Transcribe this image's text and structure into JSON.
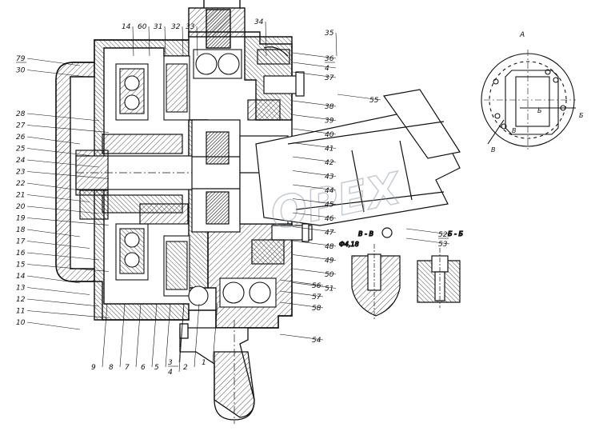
{
  "drawing": {
    "watermark": "OPEX",
    "view_label": "А",
    "section_labels": [
      "Б - Б",
      "В - В",
      "Б",
      "В",
      "Б",
      "В"
    ],
    "dim_note": "Ф4,18",
    "left_numbers": [
      "79",
      "30",
      "28",
      "27",
      "26",
      "25",
      "24",
      "23",
      "22",
      "21",
      "20",
      "19",
      "18",
      "17",
      "16",
      "15",
      "14",
      "13",
      "12",
      "11",
      "10"
    ],
    "top_numbers": [
      "14",
      "60",
      "31",
      "32",
      "33",
      "34",
      "35"
    ],
    "right_numbers": [
      "36",
      "4",
      "37",
      "55",
      "38",
      "39",
      "40",
      "41",
      "42",
      "43",
      "44",
      "45",
      "46",
      "47",
      "48",
      "49",
      "50",
      "51",
      "52",
      "53",
      "56",
      "57",
      "58",
      "54"
    ],
    "bottom_numbers": [
      "9",
      "8",
      "7",
      "6",
      "5",
      "3",
      "4",
      "2",
      "1"
    ]
  }
}
